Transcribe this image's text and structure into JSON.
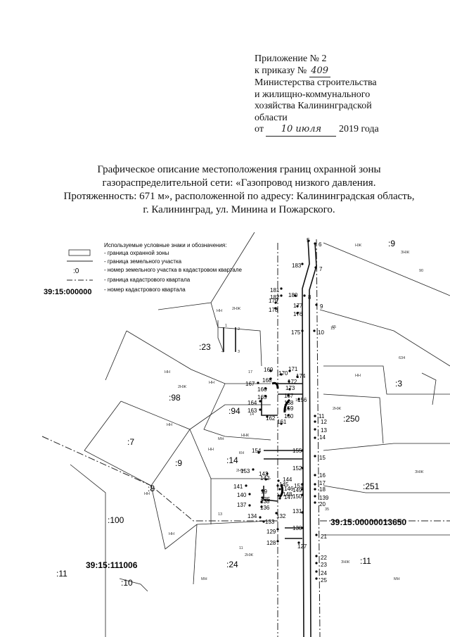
{
  "appendix": {
    "line1": "Приложение № 2",
    "line2_prefix": "к приказу №",
    "order_number": "409",
    "line3": "Министерства строительства",
    "line4": "и жилищно-коммунального",
    "line5": "хозяйства Калининградской",
    "line6": "области",
    "date_prefix": "от",
    "date_handwritten": "10 июля",
    "date_suffix": "2019 года"
  },
  "title": {
    "line1": "Графическое описание местоположения границ охранной зоны",
    "line2": "газораспределительной сети: «Газопровод низкого давления.",
    "line3": "Протяженность: 671 м», расположенной по адресу: Калининградская область,",
    "line4": "г. Калининград, ул. Минина и Пожарского."
  },
  "legend": {
    "heading": "Используемые условные знаки и обозначения:",
    "items": [
      {
        "symbol": "",
        "text": "- граница охранной зоны"
      },
      {
        "symbol": "",
        "text": "- граница земельного участка"
      },
      {
        "symbol": ":0",
        "text": "- номер земельного участка в кадастровом квартале"
      },
      {
        "symbol": "",
        "text": "- граница кадастрового квартала"
      },
      {
        "symbol": "39:15:000000",
        "text": "- номер кадастрового квартала"
      }
    ]
  },
  "map": {
    "quarter_labels": [
      "39:15:00000013650",
      "39:15:111006"
    ],
    "parcel_labels": [
      ":9",
      ":23",
      ":98",
      ":94",
      ":7",
      ":9",
      ":14",
      ":8",
      ":100",
      ":250",
      ":3",
      ":251",
      ":24",
      ":11",
      ":11",
      ":10"
    ],
    "point_labels": [
      "5",
      "6",
      "183",
      "7",
      "181",
      "180",
      "182",
      "8",
      "179",
      "177",
      "9",
      "178",
      "176",
      "175",
      "10",
      "169",
      "170",
      "171",
      "174",
      "168",
      "167",
      "172",
      "166",
      "173",
      "165",
      "157",
      "164",
      "158",
      "156",
      "163",
      "159",
      "160",
      "162",
      "161",
      "11",
      "12",
      "13",
      "14",
      "154",
      "155",
      "15",
      "153",
      "143",
      "152",
      "142",
      "144",
      "151",
      "16",
      "141",
      "145",
      "146",
      "148",
      "17",
      "18",
      "147",
      "149",
      "150",
      "140",
      "19",
      "139",
      "135",
      "20",
      "137",
      "138",
      "136",
      "132",
      "134",
      "133",
      "131",
      "130",
      "129",
      "128",
      "127",
      "21",
      "22",
      "23",
      "24",
      "25"
    ],
    "misc_labels": [
      "НН",
      "2НЖ",
      "НН",
      "КН",
      "МН",
      "ННК",
      "2НЖ",
      "65",
      "634",
      "90",
      "2НЖ",
      "НЖ",
      "ЗНЖ",
      "МН",
      "НН",
      "НН",
      "2НЖ",
      "ЗНЖ",
      "МН",
      "НН",
      "НН",
      "2НЖ",
      "НН",
      "НН",
      "ЗНЖ",
      "15",
      "14",
      "16",
      "11",
      "13",
      "17",
      "35",
      "1",
      "2",
      "3",
      "4"
    ]
  }
}
